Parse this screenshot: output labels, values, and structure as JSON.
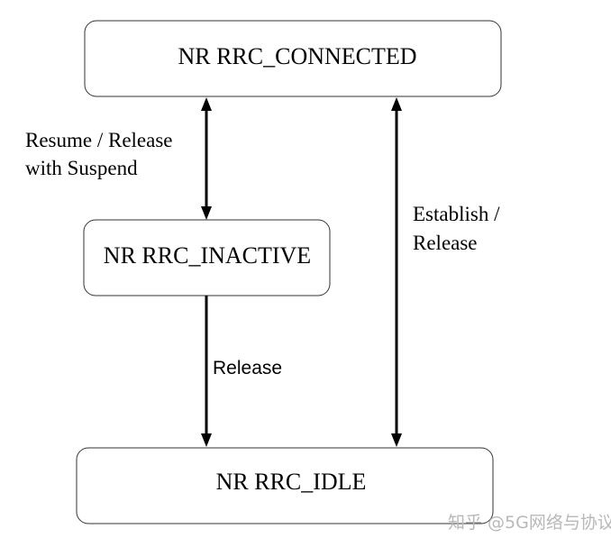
{
  "states": {
    "connected": "NR RRC_CONNECTED",
    "inactive": "NR RRC_INACTIVE",
    "idle": "NR RRC_IDLE"
  },
  "transitions": {
    "resume_release": {
      "line1": "Resume / Release",
      "line2": "with Suspend"
    },
    "release": "Release",
    "establish_release": {
      "line1": "Establish /",
      "line2": "Release"
    }
  },
  "watermark": "知乎 @5G网络与协议"
}
